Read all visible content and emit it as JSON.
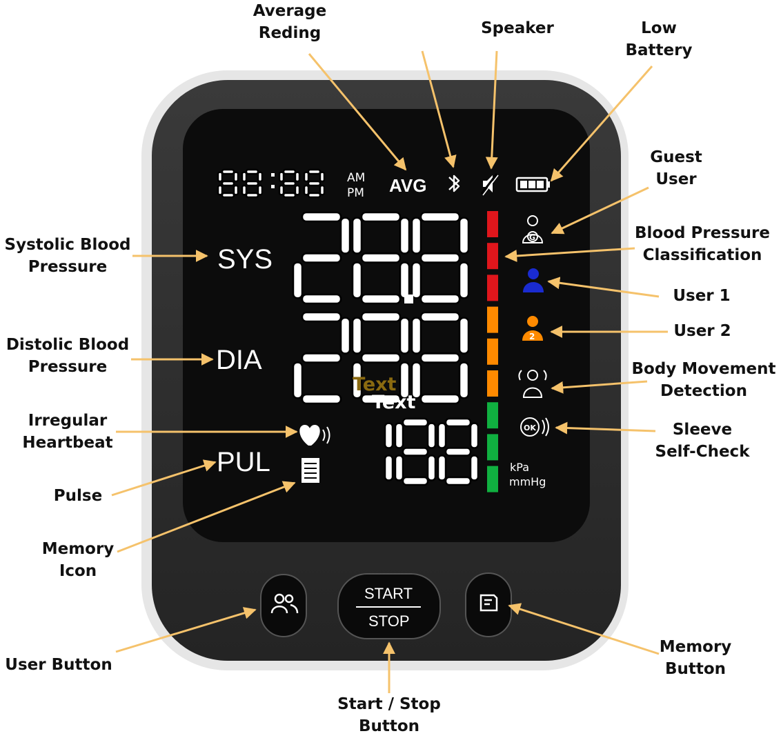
{
  "display": {
    "time": "88:88",
    "am": "AM",
    "pm": "PM",
    "avg": "AVG",
    "sys": "SYS",
    "dia": "DIA",
    "pul": "PUL",
    "sys_value": "288",
    "dia_value": "288",
    "pul_value": "188",
    "unit_kpa": "kPa",
    "unit_mmhg": "mmHg",
    "overlay_text_1": "Text",
    "overlay_text_2": "Text",
    "guest_mark": "G",
    "user2_mark": "2",
    "ok_mark": "OK",
    "classification_colors": [
      "#e0161c",
      "#e0161c",
      "#e0161c",
      "#ff8a00",
      "#ff8a00",
      "#ff8a00",
      "#10b040",
      "#10b040",
      "#10b040"
    ],
    "user1_color": "#1a2bd0",
    "user2_color": "#ff8a00",
    "icons": [
      "bluetooth-icon",
      "speaker-muted-icon",
      "battery-icon",
      "guest-user-icon",
      "user-1-icon",
      "user-2-icon",
      "body-movement-icon",
      "sleeve-check-icon",
      "heart-icon",
      "memory-icon"
    ]
  },
  "buttons": {
    "start": "START",
    "stop": "STOP",
    "icons": [
      "users-icon",
      "memory-note-icon"
    ]
  },
  "callouts": {
    "average_reading": [
      "Average",
      "Reding"
    ],
    "speaker": [
      "Speaker"
    ],
    "low_battery": [
      "Low",
      "Battery"
    ],
    "guest_user": [
      "Guest",
      "User"
    ],
    "bp_classification": [
      "Blood Pressure",
      "Classification"
    ],
    "user1": [
      "User 1"
    ],
    "user2": [
      "User 2"
    ],
    "body_movement": [
      "Body Movement",
      "Detection"
    ],
    "sleeve_check": [
      "Sleeve",
      "Self-Check"
    ],
    "systolic": [
      "Systolic Blood",
      "Pressure"
    ],
    "diastolic": [
      "Distolic Blood",
      "Pressure"
    ],
    "irregular_heartbeat": [
      "Irregular",
      "Heartbeat"
    ],
    "pulse": [
      "Pulse"
    ],
    "memory_icon": [
      "Memory",
      "Icon"
    ],
    "user_button": [
      "User Button"
    ],
    "start_stop_button": [
      "Start / Stop",
      "Button"
    ],
    "memory_button": [
      "Memory",
      "Button"
    ]
  },
  "colors": {
    "arrow": "#f5c26b",
    "device_body": "#2a2a2a",
    "screen": "#0c0c0c",
    "lcd_white": "#ffffff"
  }
}
